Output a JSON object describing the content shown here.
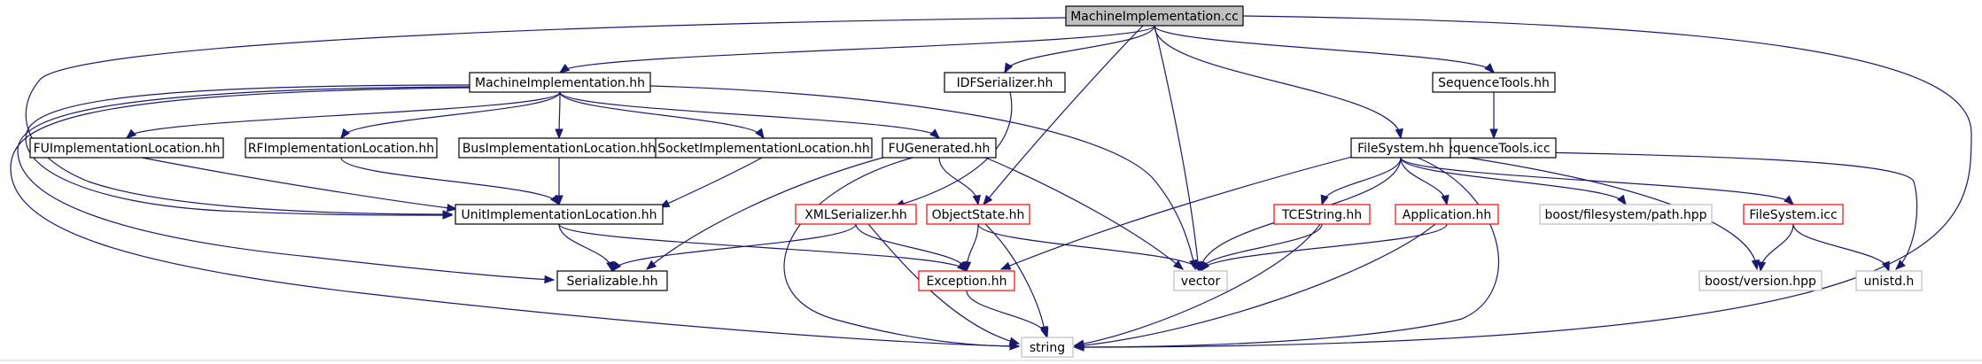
{
  "graph": {
    "root": "MachineImplementation.cc",
    "nodes": [
      {
        "id": "mi_cc",
        "label": "MachineImplementation.cc",
        "style": "root"
      },
      {
        "id": "mi_hh",
        "label": "MachineImplementation.hh",
        "style": "normal"
      },
      {
        "id": "idf",
        "label": "IDFSerializer.hh",
        "style": "normal"
      },
      {
        "id": "seq",
        "label": "SequenceTools.hh",
        "style": "normal"
      },
      {
        "id": "seq_icc",
        "label": "SequenceTools.icc",
        "style": "normal"
      },
      {
        "id": "fu_loc",
        "label": "FUImplementationLocation.hh",
        "style": "normal"
      },
      {
        "id": "rf_loc",
        "label": "RFImplementationLocation.hh",
        "style": "normal"
      },
      {
        "id": "bus_loc",
        "label": "BusImplementationLocation.hh",
        "style": "normal"
      },
      {
        "id": "sock_loc",
        "label": "SocketImplementationLocation.hh",
        "style": "normal"
      },
      {
        "id": "fugen",
        "label": "FUGenerated.hh",
        "style": "normal"
      },
      {
        "id": "fs_hh",
        "label": "FileSystem.hh",
        "style": "normal"
      },
      {
        "id": "unit_loc",
        "label": "UnitImplementationLocation.hh",
        "style": "normal"
      },
      {
        "id": "xml",
        "label": "XMLSerializer.hh",
        "style": "red"
      },
      {
        "id": "os",
        "label": "ObjectState.hh",
        "style": "red"
      },
      {
        "id": "tce",
        "label": "TCEString.hh",
        "style": "red"
      },
      {
        "id": "app",
        "label": "Application.hh",
        "style": "red"
      },
      {
        "id": "bpath",
        "label": "boost/filesystem/path.hpp",
        "style": "gray"
      },
      {
        "id": "fs_icc",
        "label": "FileSystem.icc",
        "style": "red"
      },
      {
        "id": "ser",
        "label": "Serializable.hh",
        "style": "normal"
      },
      {
        "id": "exc",
        "label": "Exception.hh",
        "style": "red"
      },
      {
        "id": "vector",
        "label": "vector",
        "style": "gray"
      },
      {
        "id": "bver",
        "label": "boost/version.hpp",
        "style": "gray"
      },
      {
        "id": "unistd",
        "label": "unistd.h",
        "style": "gray"
      },
      {
        "id": "string",
        "label": "string",
        "style": "gray"
      }
    ],
    "edges": [
      [
        "mi_cc",
        "mi_hh"
      ],
      [
        "mi_cc",
        "idf"
      ],
      [
        "mi_cc",
        "seq"
      ],
      [
        "mi_cc",
        "os"
      ],
      [
        "mi_cc",
        "vector"
      ],
      [
        "mi_cc",
        "fs_hh"
      ],
      [
        "mi_cc",
        "string"
      ],
      [
        "mi_cc",
        "unit_loc"
      ],
      [
        "mi_hh",
        "fu_loc"
      ],
      [
        "mi_hh",
        "rf_loc"
      ],
      [
        "mi_hh",
        "bus_loc"
      ],
      [
        "mi_hh",
        "sock_loc"
      ],
      [
        "mi_hh",
        "fugen"
      ],
      [
        "mi_hh",
        "vector"
      ],
      [
        "mi_hh",
        "unit_loc"
      ],
      [
        "mi_hh",
        "ser"
      ],
      [
        "mi_hh",
        "string"
      ],
      [
        "seq",
        "seq_icc"
      ],
      [
        "idf",
        "xml"
      ],
      [
        "fu_loc",
        "unit_loc"
      ],
      [
        "rf_loc",
        "unit_loc"
      ],
      [
        "bus_loc",
        "unit_loc"
      ],
      [
        "sock_loc",
        "unit_loc"
      ],
      [
        "fugen",
        "os"
      ],
      [
        "fugen",
        "vector"
      ],
      [
        "fugen",
        "ser"
      ],
      [
        "fugen",
        "string"
      ],
      [
        "unit_loc",
        "ser"
      ],
      [
        "unit_loc",
        "exc"
      ],
      [
        "xml",
        "ser"
      ],
      [
        "xml",
        "exc"
      ],
      [
        "xml",
        "string"
      ],
      [
        "os",
        "exc"
      ],
      [
        "os",
        "vector"
      ],
      [
        "os",
        "string"
      ],
      [
        "fs_hh",
        "exc"
      ],
      [
        "fs_hh",
        "vector"
      ],
      [
        "fs_hh",
        "tce"
      ],
      [
        "fs_hh",
        "app"
      ],
      [
        "fs_hh",
        "bpath"
      ],
      [
        "fs_hh",
        "bver"
      ],
      [
        "fs_hh",
        "fs_icc"
      ],
      [
        "fs_hh",
        "unistd"
      ],
      [
        "fs_hh",
        "string"
      ],
      [
        "tce",
        "vector"
      ],
      [
        "tce",
        "string"
      ],
      [
        "app",
        "vector"
      ],
      [
        "app",
        "string"
      ],
      [
        "fs_icc",
        "bver"
      ],
      [
        "fs_icc",
        "unistd"
      ],
      [
        "exc",
        "string"
      ]
    ]
  },
  "colors": {
    "edge": "#191970",
    "root_fill": "#bfbfbf",
    "normal_border": "#000000",
    "red_border": "#ff0000",
    "red_text": "#000000",
    "gray_border": "#bfbfbf",
    "background": "#ffffff"
  }
}
